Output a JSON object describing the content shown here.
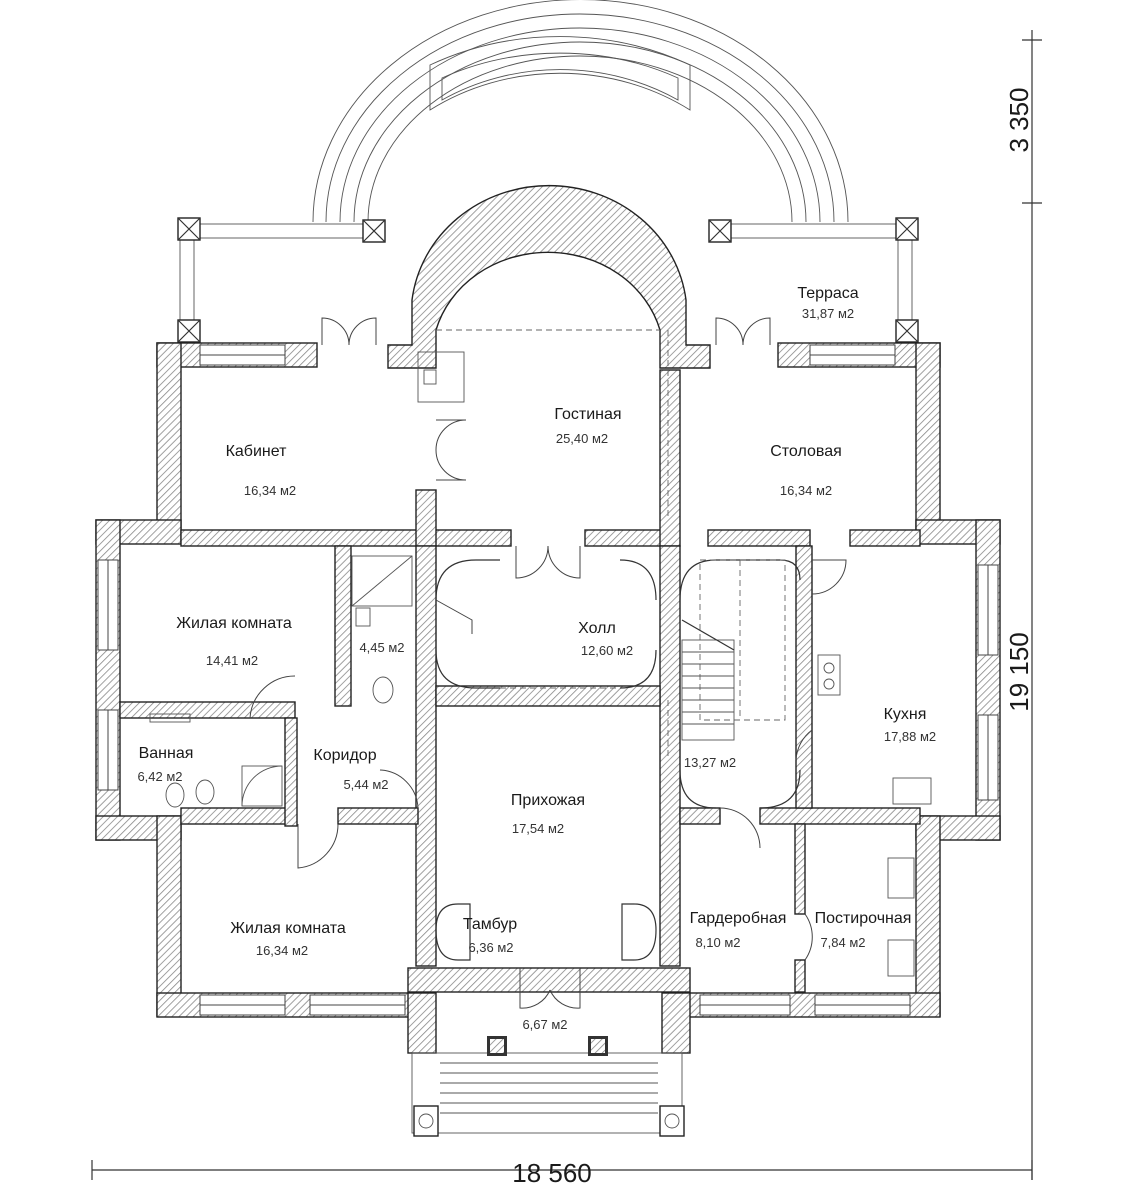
{
  "rooms": [
    {
      "key": "terrace",
      "name": "Терраса",
      "area": "31,87 м2"
    },
    {
      "key": "living",
      "name": "Гостиная",
      "area": "25,40 м2"
    },
    {
      "key": "office",
      "name": "Кабинет",
      "area": "16,34 м2"
    },
    {
      "key": "dining",
      "name": "Столовая",
      "area": "16,34 м2"
    },
    {
      "key": "bedroom1",
      "name": "Жилая комната",
      "area": "14,41 м2"
    },
    {
      "key": "wc",
      "name": "",
      "area": "4,45 м2"
    },
    {
      "key": "hall",
      "name": "Холл",
      "area": "12,60 м2"
    },
    {
      "key": "kitchen",
      "name": "Кухня",
      "area": "17,88 м2"
    },
    {
      "key": "bath",
      "name": "Ванная",
      "area": "6,42 м2"
    },
    {
      "key": "corridor",
      "name": "Коридор",
      "area": "5,44 м2"
    },
    {
      "key": "stair",
      "name": "",
      "area": "13,27 м2"
    },
    {
      "key": "entrance",
      "name": "Прихожая",
      "area": "17,54 м2"
    },
    {
      "key": "bedroom2",
      "name": "Жилая комната",
      "area": "16,34 м2"
    },
    {
      "key": "vestibule",
      "name": "Тамбур",
      "area": "6,36 м2"
    },
    {
      "key": "wardrobe",
      "name": "Гардеробная",
      "area": "8,10 м2"
    },
    {
      "key": "laundry",
      "name": "Постирочная",
      "area": "7,84 м2"
    },
    {
      "key": "porch",
      "name": "",
      "area": "6,67 м2"
    }
  ],
  "dimensions": {
    "width": "18 560",
    "height": "19 150",
    "terrace_depth": "3 350"
  },
  "colors": {
    "wall_outline": "#222222",
    "hatch": "#888888",
    "text": "#1a1a1a"
  }
}
